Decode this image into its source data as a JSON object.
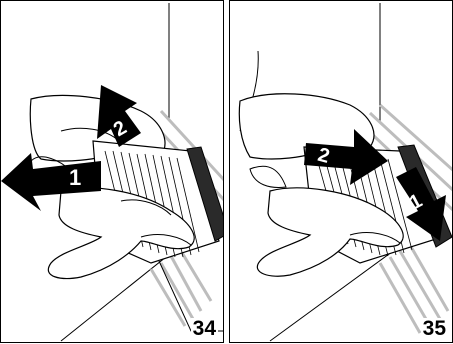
{
  "figures": [
    {
      "number": "34",
      "steps": [
        "1",
        "2"
      ]
    },
    {
      "number": "35",
      "steps": [
        "1",
        "2"
      ]
    }
  ],
  "colors": {
    "line": "#000000",
    "background": "#ffffff",
    "stripe": "#bdbdbd",
    "device_edge": "#2a2a2a"
  }
}
